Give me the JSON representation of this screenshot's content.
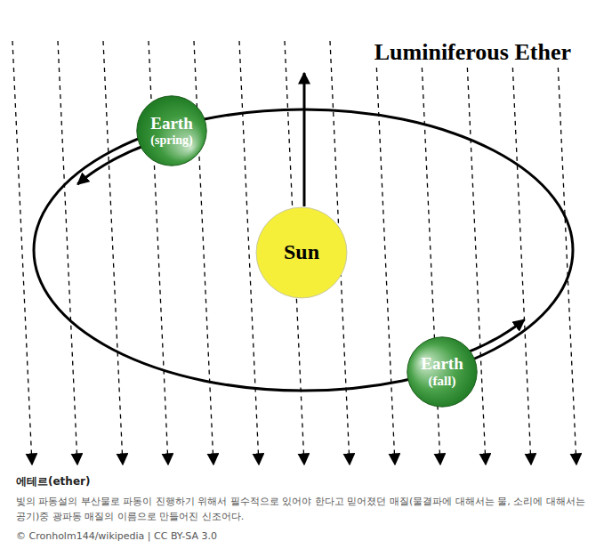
{
  "diagram": {
    "title": "Luminiferous Ether",
    "caption": "빛의 파동설의 부산물로 파동이 진행하기 위해서 필수적으로 있어야 한다고 믿어졌던 매질(물결파에 대해서는 물, 소리에 대해서는 공기)중 광파동 매질의 이름으로 만들어진 신조어다.",
    "nodes": [
      {
        "text": [
          "Earth",
          "(spring)"
        ]
      },
      {
        "text": [
          "Sun"
        ]
      },
      {
        "text": [
          "Earth",
          "(fall)"
        ]
      }
    ],
    "labels": [
      "에테르(ether)",
      "© Cronholm144/wikipedia | CC BY-SA 3.0"
    ]
  }
}
